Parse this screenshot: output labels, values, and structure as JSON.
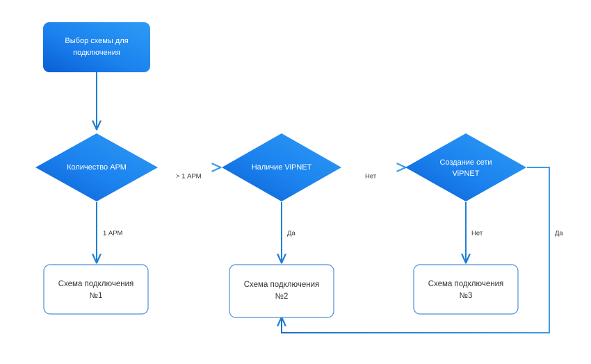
{
  "diagram": {
    "title": "Выбор схемы для подключения",
    "colors": {
      "node_fill_light": "#2b95f0",
      "node_fill_dark": "#0d63d6",
      "connector": "#1f7fd4",
      "connector_light": "#3f9ae8",
      "box_border": "#4a90d9",
      "box_fill": "#ffffff",
      "node_text": "#ffffff",
      "box_text": "#333333",
      "edge_label_text": "#333333",
      "background": "#ffffff"
    },
    "nodes": [
      {
        "id": "start",
        "type": "rounded-rect",
        "lines": [
          "Выбор схемы для",
          "подключения"
        ]
      },
      {
        "id": "decision-arm-count",
        "type": "diamond",
        "lines": [
          "Количество АРМ"
        ]
      },
      {
        "id": "decision-vipnet-present",
        "type": "diamond",
        "lines": [
          "Наличие ViPNET"
        ]
      },
      {
        "id": "decision-create-vipnet",
        "type": "diamond",
        "lines": [
          "Создание сети",
          "ViPNET"
        ]
      },
      {
        "id": "result-scheme-1",
        "type": "result-box",
        "lines": [
          "Схема подключения",
          "№1"
        ]
      },
      {
        "id": "result-scheme-2",
        "type": "result-box",
        "lines": [
          "Схема подключения",
          "№2"
        ]
      },
      {
        "id": "result-scheme-3",
        "type": "result-box",
        "lines": [
          "Схема подключения",
          "№3"
        ]
      }
    ],
    "edge_labels": {
      "start_to_count": "",
      "count_to_vipnet": "> 1 АРМ",
      "count_to_scheme1": "1 АРМ",
      "vipnet_to_scheme2": "Да",
      "vipnet_to_create": "Нет",
      "create_to_scheme3": "Нет",
      "create_loop_to_scheme2": "Да"
    }
  }
}
